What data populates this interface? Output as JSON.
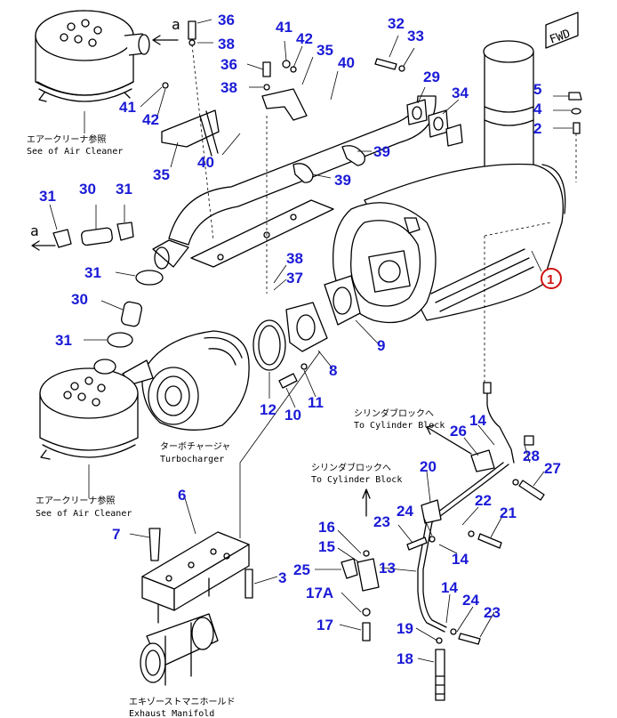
{
  "fwd_label": "FWD",
  "arrow_a_top": "a",
  "arrow_a_left": "a",
  "highlight_ref": "1",
  "notes": {
    "air_cleaner_top_jp": "エアークリーナ参照",
    "air_cleaner_top_en": "See of Air Cleaner",
    "air_cleaner_bottom_jp": "エアークリーナ参照",
    "air_cleaner_bottom_en": "See of Air Cleaner",
    "turbo_jp": "ターボチャージャ",
    "turbo_en": "Turbocharger",
    "cyl_block_1_jp": "シリンダブロックへ",
    "cyl_block_1_en": "To Cylinder Block",
    "cyl_block_2_jp": "シリンダブロックへ",
    "cyl_block_2_en": "To Cylinder Block",
    "exhaust_jp": "エキゾーストマニホールド",
    "exhaust_en": "Exhaust Manifold"
  },
  "callouts": [
    "36",
    "38",
    "41",
    "42",
    "35",
    "36",
    "38",
    "40",
    "32",
    "33",
    "29",
    "34",
    "5",
    "4",
    "2",
    "41",
    "42",
    "35",
    "40",
    "39",
    "39",
    "31",
    "30",
    "31",
    "31",
    "30",
    "31",
    "38",
    "37",
    "9",
    "8",
    "12",
    "10",
    "11",
    "14",
    "26",
    "28",
    "27",
    "20",
    "22",
    "21",
    "23",
    "24",
    "14",
    "16",
    "15",
    "25",
    "13",
    "3",
    "6",
    "7",
    "17A",
    "17",
    "14",
    "24",
    "23",
    "19",
    "18"
  ]
}
